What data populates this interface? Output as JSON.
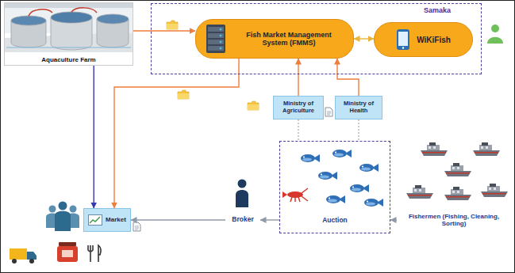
{
  "diagram": {
    "nodes": [
      {
        "text": [
          "Aquaculture Farm"
        ]
      },
      {
        "text": [
          "Samaka"
        ]
      },
      {
        "text": [
          "Fish Market Management System (FMMS)"
        ],
        "in": 1
      },
      {
        "text": [
          "WiKiFish"
        ],
        "in": 1
      },
      {
        "text": [
          "Ministry of Agriculture"
        ]
      },
      {
        "text": [
          "Ministry of Health"
        ]
      },
      {
        "text": [
          "Auction"
        ]
      },
      {
        "text": [
          "Fishermen (Fishing, Cleaning, Sorting)"
        ]
      },
      {
        "text": [
          "Broker"
        ]
      },
      {
        "text": [
          "Market"
        ]
      }
    ],
    "edges": [
      {
        "from": 0,
        "to": 2,
        "arrow": "to"
      },
      {
        "from": 3,
        "to": 2,
        "arrow": "both"
      },
      {
        "from": 0,
        "to": 9,
        "arrow": "to"
      },
      {
        "from": 2,
        "to": 9,
        "arrow": "to"
      },
      {
        "from": 4,
        "to": 2,
        "arrow": "to"
      },
      {
        "from": 5,
        "to": 2,
        "arrow": "to"
      },
      {
        "from": 4,
        "to": 6,
        "arrow": "none"
      },
      {
        "from": 5,
        "to": 6,
        "arrow": "none"
      },
      {
        "from": 7,
        "to": 6,
        "arrow": "to"
      },
      {
        "from": 6,
        "to": 8,
        "arrow": "to"
      },
      {
        "from": 8,
        "to": 9,
        "arrow": "to"
      }
    ]
  }
}
